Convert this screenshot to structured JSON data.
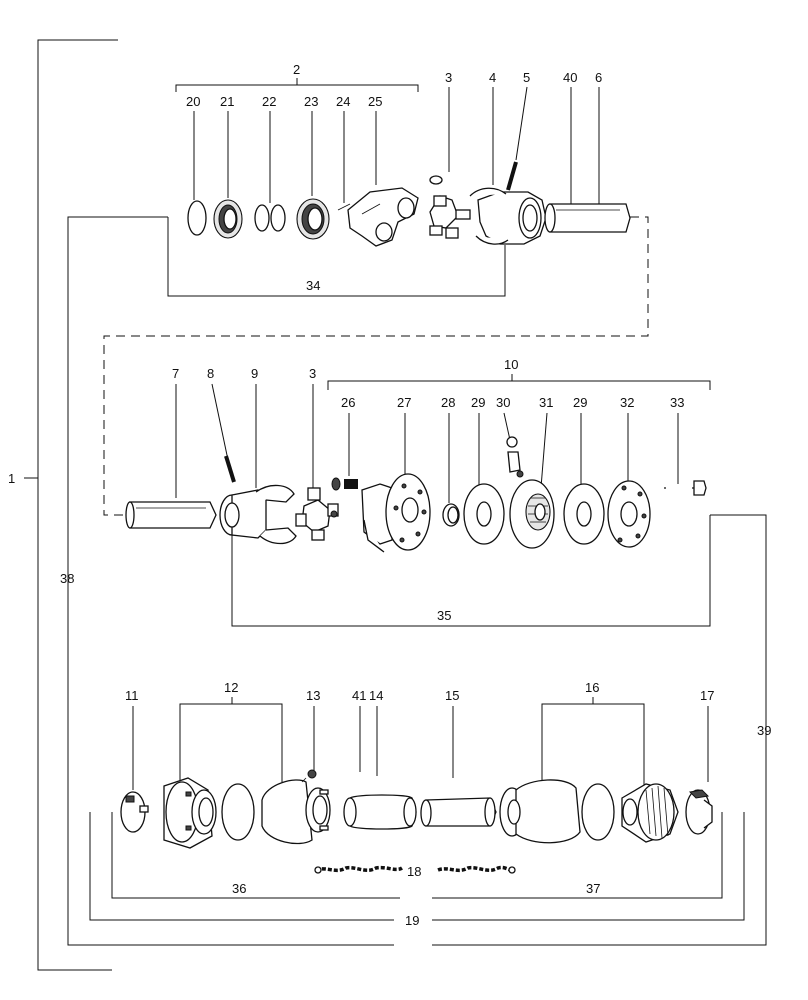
{
  "labels": {
    "n1": "1",
    "n2": "2",
    "n3a": "3",
    "n3b": "3",
    "n4": "4",
    "n5": "5",
    "n6": "6",
    "n7": "7",
    "n8": "8",
    "n9": "9",
    "n10": "10",
    "n11": "11",
    "n12": "12",
    "n13": "13",
    "n14": "14",
    "n15": "15",
    "n16": "16",
    "n17": "17",
    "n18": "18",
    "n19": "19",
    "n20": "20",
    "n21": "21",
    "n22": "22",
    "n23": "23",
    "n24": "24",
    "n25": "25",
    "n26": "26",
    "n27": "27",
    "n28": "28",
    "n29a": "29",
    "n29b": "29",
    "n30": "30",
    "n31": "31",
    "n32": "32",
    "n33": "33",
    "n34": "34",
    "n35": "35",
    "n36": "36",
    "n37": "37",
    "n38": "38",
    "n39": "39",
    "n40": "40",
    "n41": "41"
  }
}
